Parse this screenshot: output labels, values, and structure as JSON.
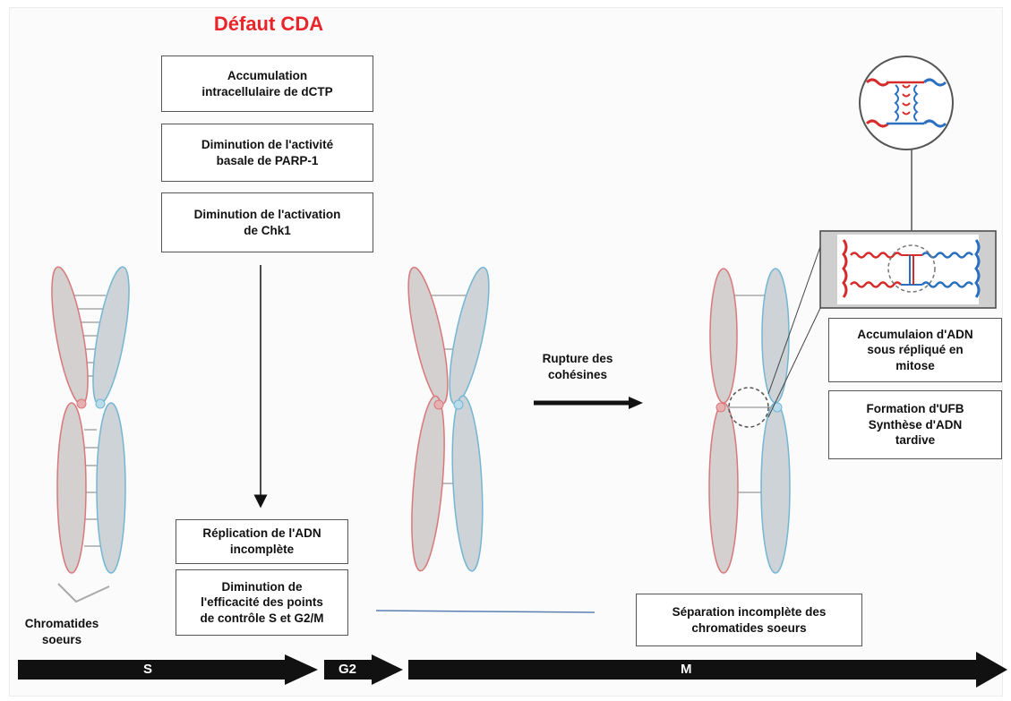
{
  "title": "Défaut CDA",
  "boxes": {
    "b1": "Accumulation\nintracellulaire de dCTP",
    "b2": "Diminution de l'activité\nbasale de PARP-1",
    "b3": "Diminution de l'activation\nde Chk1",
    "b4": "Réplication de l'ADN\nincomplète",
    "b5": "Diminution de\nl'efficacité des points\nde contrôle S et G2/M",
    "b6": "Accumulaion d'ADN\nsous répliqué en\nmitose",
    "b7": "Formation d'UFB\nSynthèse d'ADN\ntardive",
    "b8": "Séparation incomplète des\nchromatides soeurs"
  },
  "labels": {
    "sisters": "Chromatides\nsoeurs",
    "rupture": "Rupture des\ncohésines"
  },
  "phases": {
    "s": "S",
    "g2": "G2",
    "m": "M"
  },
  "colors": {
    "title": "#e8262a",
    "chromatid_red": "#d9787a",
    "chromatid_blue": "#74b6d4",
    "chromatid_fill": "#cfd0d2",
    "arrow": "#111111",
    "dna_red": "#d62c2c",
    "dna_blue": "#2a6fc0"
  }
}
